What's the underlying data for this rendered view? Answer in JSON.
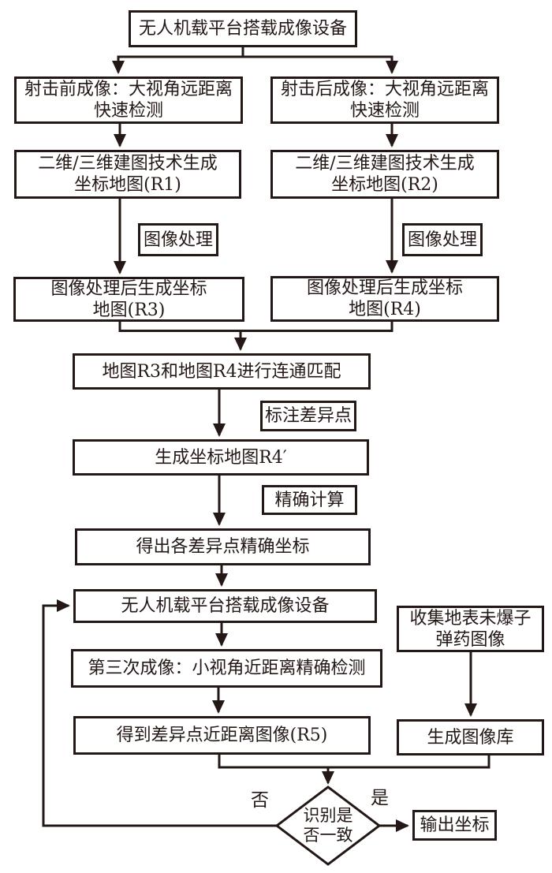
{
  "colors": {
    "ink": "#231815",
    "background": "#ffffff"
  },
  "nodes": {
    "start": {
      "text": "无人机载平台搭载成像设备"
    },
    "pre_shot": {
      "text": "射击前成像：大视角远距离\n快速检测"
    },
    "post_shot": {
      "text": "射击后成像：大视角远距离\n快速检测"
    },
    "map_r1": {
      "text": "二维/三维建图技术生成\n坐标地图(R1)"
    },
    "map_r2": {
      "text": "二维/三维建图技术生成\n坐标地图(R2)"
    },
    "map_r3": {
      "text": "图像处理后生成坐标\n地图(R3)"
    },
    "map_r4": {
      "text": "图像处理后生成坐标\n地图(R4)"
    },
    "match": {
      "text": "地图R3和地图R4进行连通匹配"
    },
    "map_r4_prime": {
      "text": "生成坐标地图R4′"
    },
    "diff_coords": {
      "text": "得出各差异点精确坐标"
    },
    "uav_second": {
      "text": "无人机载平台搭载成像设备"
    },
    "third_imaging": {
      "text": "第三次成像：小视角近距离精确检测"
    },
    "r5_image": {
      "text": "得到差异点近距离图像(R5)"
    },
    "collect": {
      "text": "收集地表未爆子\n弹药图像"
    },
    "image_lib": {
      "text": "生成图像库"
    },
    "decision": {
      "text": "识别是\n否一致"
    },
    "output": {
      "text": "输出坐标"
    }
  },
  "edge_labels": {
    "image_processing_left": "图像处理",
    "image_processing_right": "图像处理",
    "mark_differences": "标注差异点",
    "precise_calculation": "精确计算",
    "no": "否",
    "yes": "是"
  }
}
